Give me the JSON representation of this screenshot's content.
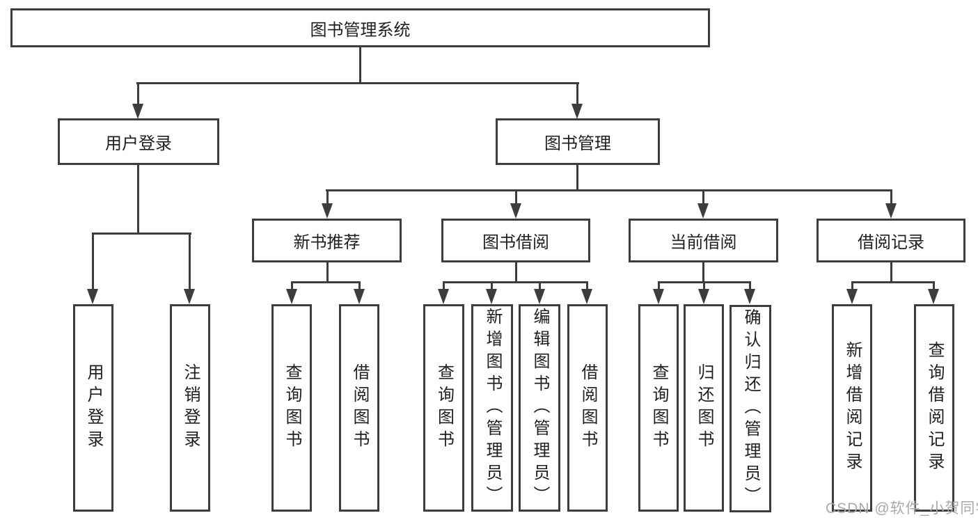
{
  "diagram": {
    "root": {
      "label": "图书管理系统"
    },
    "branches": {
      "user_login": {
        "label": "用户登录",
        "children": [
          "用户登录",
          "注销登录"
        ]
      },
      "book_management": {
        "label": "图书管理",
        "sections": {
          "new_book_recommend": {
            "label": "新书推荐",
            "children": [
              "查询图书",
              "借阅图书"
            ]
          },
          "book_borrow": {
            "label": "图书借阅",
            "children": [
              "查询图书",
              "新增图书（管理员）",
              "编辑图书（管理员）",
              "借阅图书"
            ]
          },
          "current_borrow": {
            "label": "当前借阅",
            "children": [
              "查询图书",
              "归还图书",
              "确认归还（管理员）"
            ]
          },
          "borrow_records": {
            "label": "借阅记录",
            "children": [
              "新增借阅记录",
              "查询借阅记录"
            ]
          }
        }
      }
    }
  },
  "watermark": {
    "text": "CSDN @软件_小贺同学"
  },
  "colors": {
    "line": "#3d3d3d",
    "text": "#1f1f1f",
    "background": "#ffffff",
    "watermark": "#a9a9a9"
  }
}
